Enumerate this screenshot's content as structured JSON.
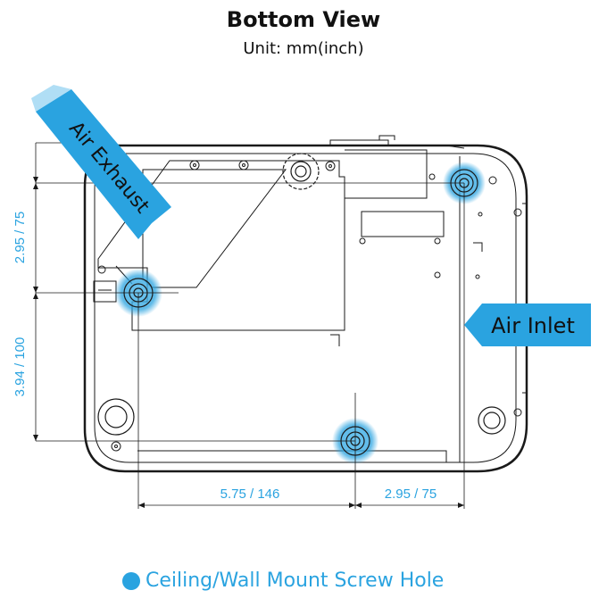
{
  "title": "Bottom View",
  "subtitle": "Unit: mm(inch)",
  "labels": {
    "air_exhaust": "Air Exhaust",
    "air_inlet": "Air Inlet"
  },
  "dimensions": {
    "left_upper": "2.95 / 75",
    "left_lower": "3.94 / 100",
    "bottom_left": "5.75 / 146",
    "bottom_right": "2.95 / 75"
  },
  "legend": {
    "label": "Ceiling/Wall Mount Screw Hole"
  },
  "colors": {
    "accent": "#2aa3e0",
    "outline": "#1a1a1a",
    "dimension_text": "#2aa3e0"
  }
}
